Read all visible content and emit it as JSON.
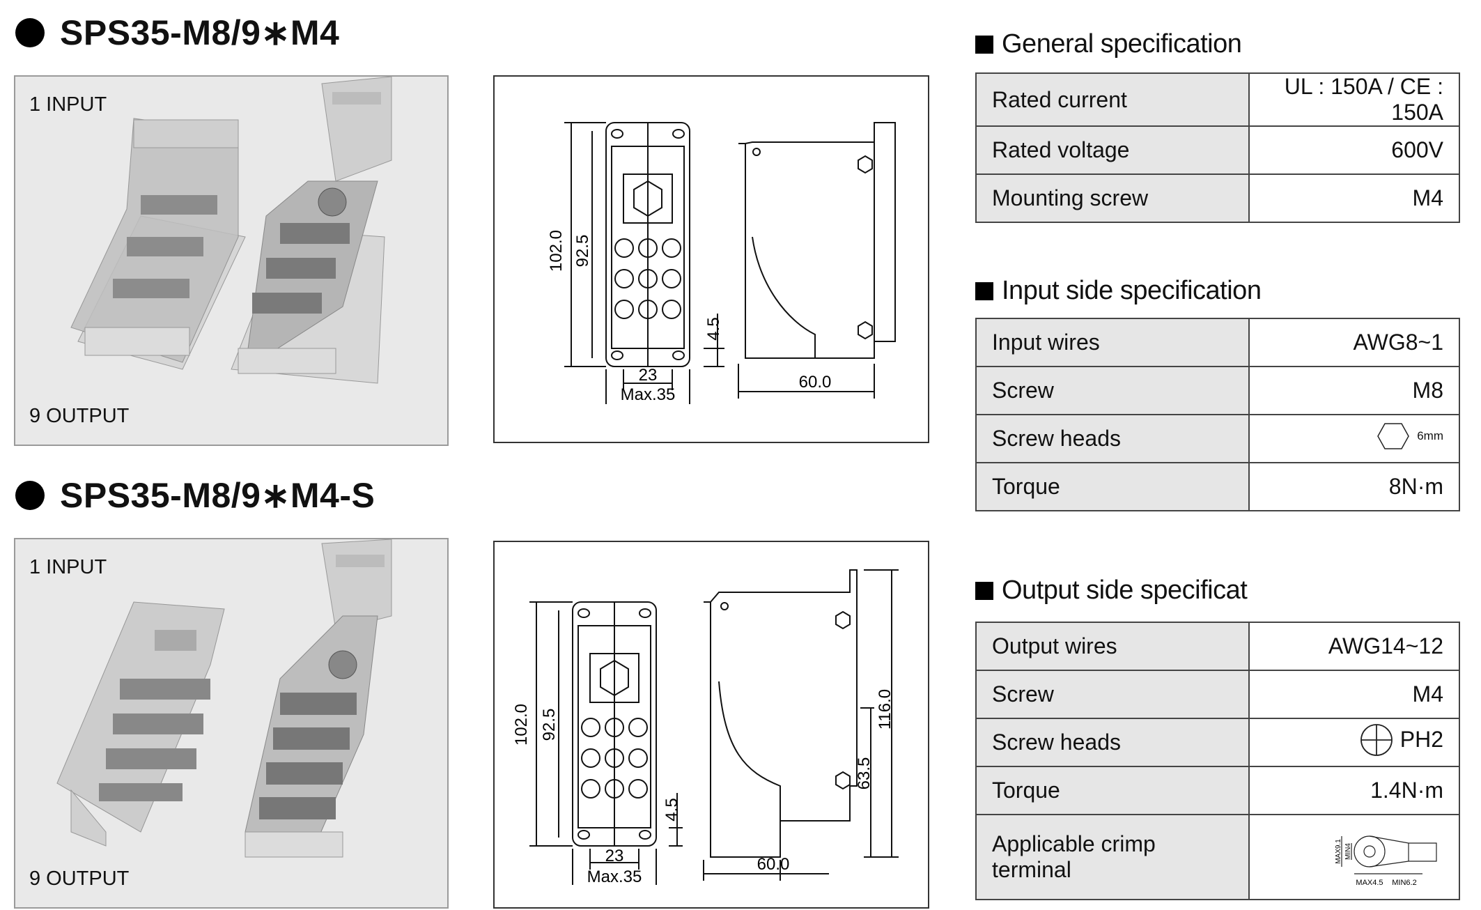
{
  "products": [
    {
      "title": "SPS35-M8/9∗M4",
      "input_label": "1 INPUT",
      "output_label": "9 OUTPUT",
      "dims": {
        "total_height": "102.0",
        "inner_height": "92.5",
        "foot": "4.5",
        "width": "23",
        "max_width": "Max.35",
        "depth": "60.0"
      }
    },
    {
      "title": "SPS35-M8/9∗M4-S",
      "input_label": "1 INPUT",
      "output_label": "9 OUTPUT",
      "dims": {
        "total_height": "102.0",
        "inner_height": "92.5",
        "foot": "4.5",
        "width": "23",
        "max_width": "Max.35",
        "depth": "60.0",
        "side_height": "116.0",
        "side_mid": "63.5"
      }
    }
  ],
  "general": {
    "heading": "General specification",
    "rows": [
      {
        "key": "Rated current",
        "value": "UL : 150A / CE : 150A"
      },
      {
        "key": "Rated voltage",
        "value": "600V"
      },
      {
        "key": "Mounting screw",
        "value": "M4"
      }
    ]
  },
  "input": {
    "heading": "Input side specification",
    "rows": [
      {
        "key": "Input wires",
        "value": "AWG8~1"
      },
      {
        "key": "Screw",
        "value": "M8"
      },
      {
        "key": "Screw heads",
        "value": "6mm",
        "icon": "hex-head-icon"
      },
      {
        "key": "Torque",
        "value": "8N·m"
      }
    ]
  },
  "output": {
    "heading": "Output side specificat",
    "rows": [
      {
        "key": "Output wires",
        "value": "AWG14~12"
      },
      {
        "key": "Screw",
        "value": "M4"
      },
      {
        "key": "Screw heads",
        "value": "PH2",
        "icon": "phillips-head-icon"
      },
      {
        "key": "Torque",
        "value": "1.4N·m"
      },
      {
        "key": "Applicable crimp terminal",
        "icon": "ring-terminal-icon",
        "dims": {
          "a": "MAX9.1",
          "b": "MIN4",
          "c": "MAX4.5",
          "d": "MIN6.2"
        }
      }
    ]
  }
}
